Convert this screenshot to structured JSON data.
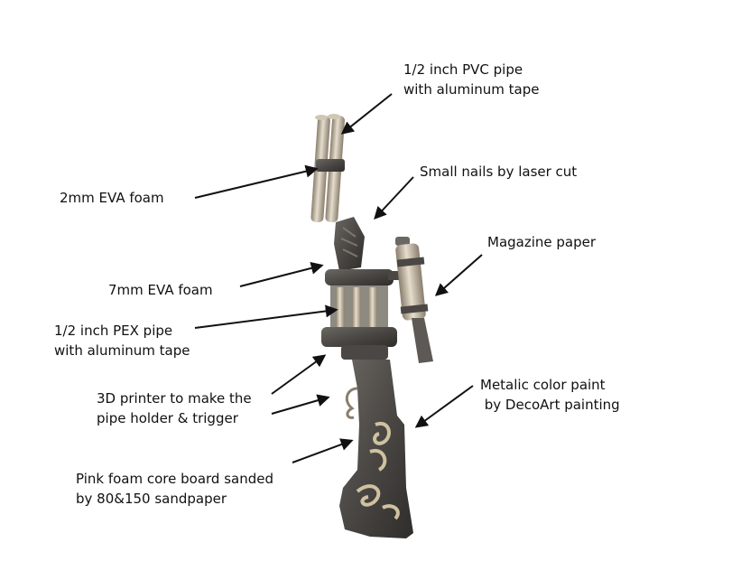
{
  "labels": {
    "pvc_pipe": "1/2 inch PVC pipe\nwith aluminum tape",
    "small_nails": "Small nails by laser cut",
    "eva_2mm": "2mm EVA foam",
    "magazine_paper": "Magazine paper",
    "eva_7mm": "7mm EVA foam",
    "pex_pipe": "1/2 inch PEX pipe\nwith aluminum tape",
    "printer_3d": "3D printer to make the\npipe holder & trigger",
    "metallic_paint": "Metalic color paint\n by DecoArt painting",
    "pink_foam": "Pink foam core board sanded\nby 80&150 sandpaper"
  },
  "colors": {
    "arrow": "#111111",
    "pipe_light": "#d9cfbf",
    "pipe_dark": "#8a7e6e",
    "metal_dark": "#3c3a38",
    "metal_mid": "#5d5a55",
    "accent": "#cfc2a0"
  }
}
